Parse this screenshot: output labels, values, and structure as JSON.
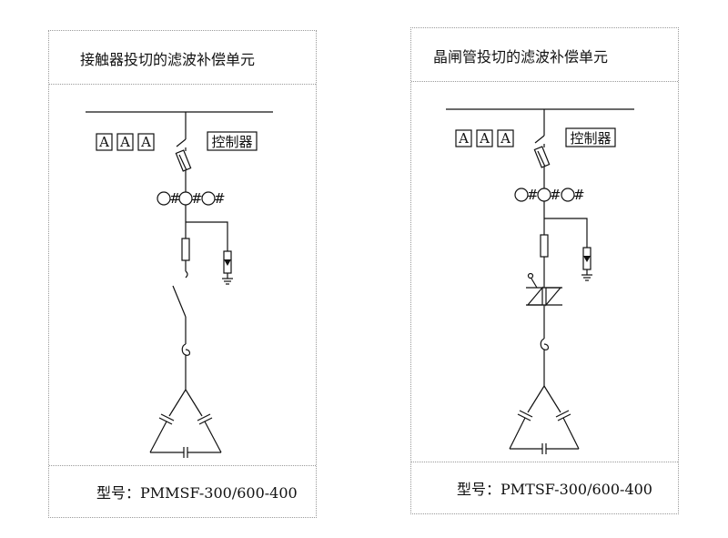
{
  "left_unit": {
    "title": "接触器投切的滤波补偿单元",
    "model": "型号：PMMSF-300/600-400",
    "ammeters": [
      "A",
      "A",
      "A"
    ],
    "controller": "控制器",
    "ct_mark": "#"
  },
  "right_unit": {
    "title": "晶闸管投切的滤波补偿单元",
    "model": "型号：PMTSF-300/600-400",
    "ammeters": [
      "A",
      "A",
      "A"
    ],
    "controller": "控制器",
    "ct_mark": "#"
  }
}
